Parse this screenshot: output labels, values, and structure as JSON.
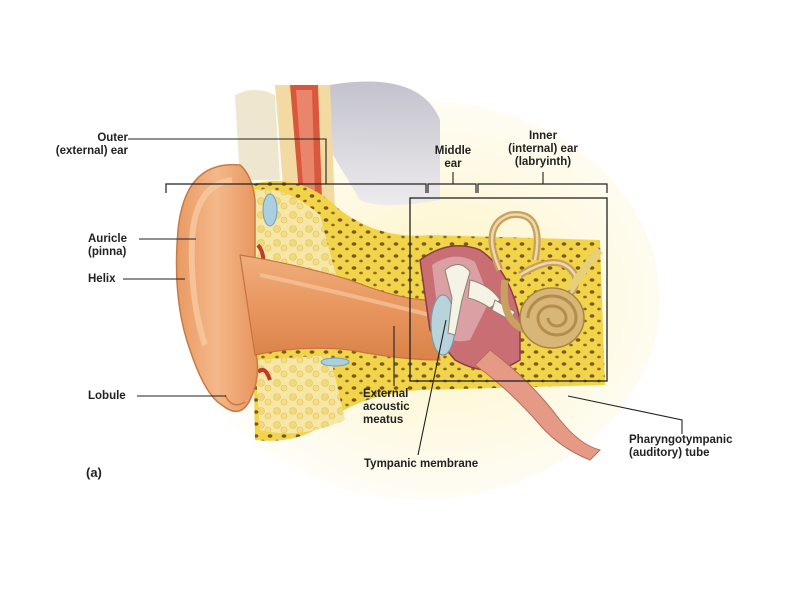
{
  "labels": {
    "outer_ear": "Outer\n(external) ear",
    "middle_ear": "Middle\near",
    "inner_ear": "Inner\n(internal) ear\n(labryinth)",
    "auricle": "Auricle\n(pinna)",
    "helix": "Helix",
    "lobule": "Lobule",
    "external_acoustic_meatus": "External\nacoustic\nmeatus",
    "tympanic_membrane": "Tympanic membrane",
    "pharyngotympanic_tube": "Pharyngotympanic\n(auditory) tube",
    "figure_tag": "(a)"
  }
}
